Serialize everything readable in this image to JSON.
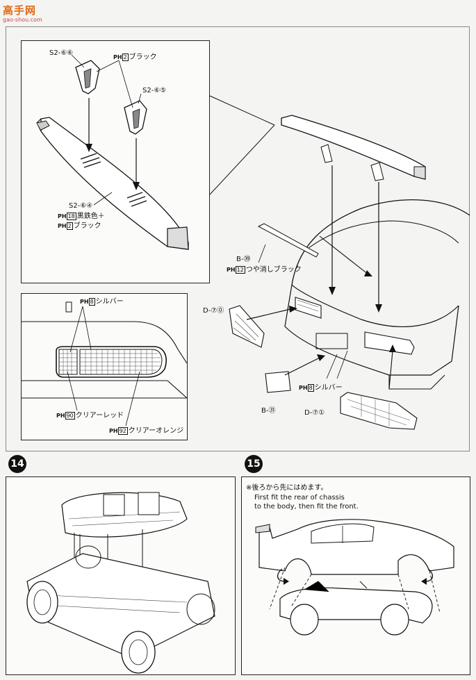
{
  "watermark": {
    "brand": "高手网",
    "site": "gao-shou.com"
  },
  "top_panel": {
    "labels": {
      "s2_66": "S2-⑥⑥",
      "s2_65": "S2-⑥⑤",
      "s2_64": "S2-⑥④",
      "ph2_black": "ブラック",
      "ph18_text": "黒鉄色＋",
      "ph2_black_b": "ブラック",
      "ph_code_2": "2",
      "ph_code_18": "18"
    }
  },
  "main_right": {
    "labels": {
      "b39": "B-㊴",
      "ph12_text": "つや消しブラック",
      "ph_code_12": "12",
      "d70": "D-⑦⓪",
      "b31": "B-㉛",
      "ph8_silver": "シルバー",
      "ph_code_8": "8",
      "d71": "D-⑦①"
    }
  },
  "light_panel": {
    "labels": {
      "ph8_silver": "シルバー",
      "ph_code_8": "8",
      "ph90_text": "クリアーレッド",
      "ph_code_90": "90",
      "ph92_text": "クリアーオレンジ",
      "ph_code_92": "92"
    }
  },
  "step14": {
    "number": "14"
  },
  "step15": {
    "number": "15",
    "note_jp": "※後ろから先にはめます。",
    "note_en_1": "First fit the rear of chassis",
    "note_en_2": "to the body, then fit the front."
  },
  "ph_prefix": "PH"
}
